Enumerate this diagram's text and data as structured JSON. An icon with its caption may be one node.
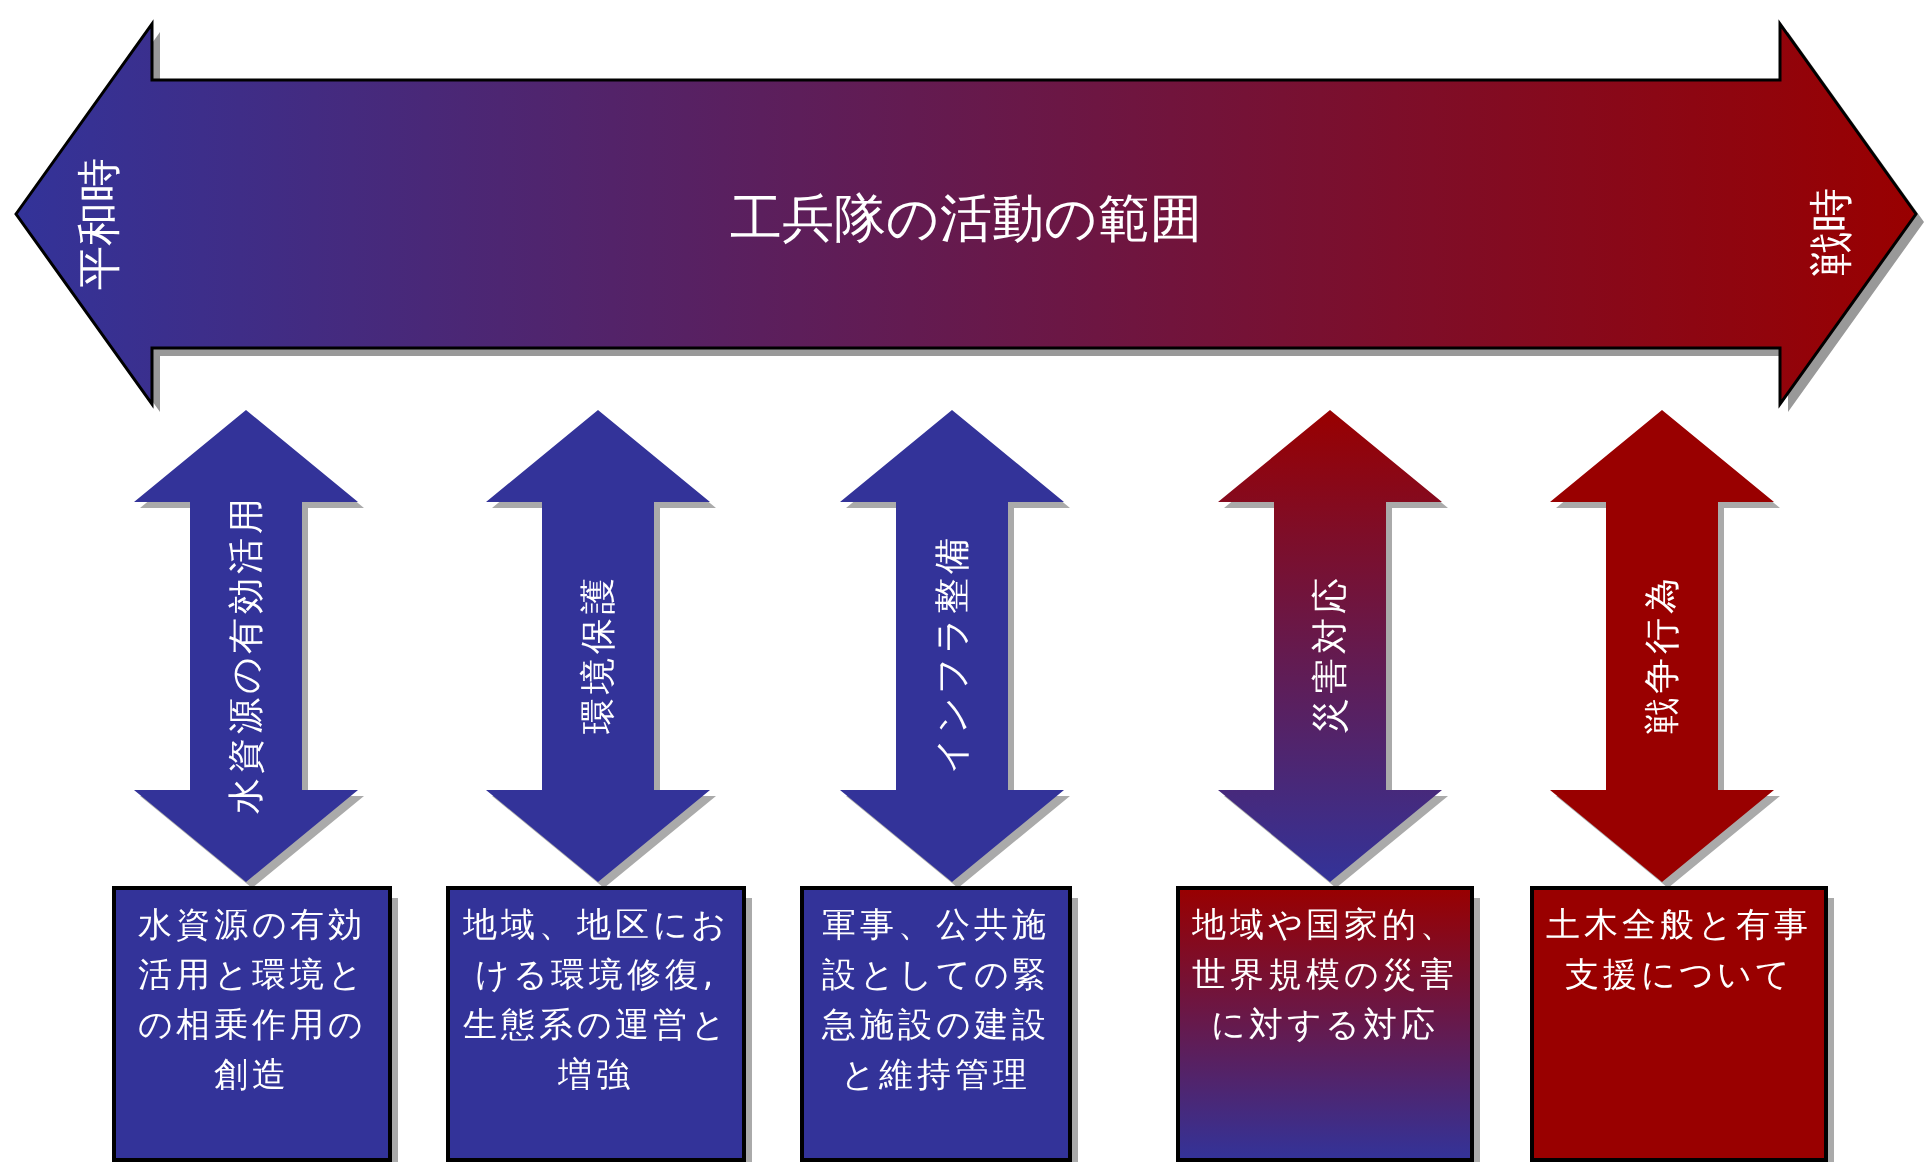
{
  "diagram": {
    "nodes": [
      {
        "text": [
          "平和時",
          "工兵隊の活動の範囲",
          "戦時"
        ]
      },
      {
        "text": [
          "水資源の有効活用と環境との相乗作用の創造"
        ]
      },
      {
        "text": [
          "地域、地区における環境修復,生態系の運営と増強"
        ]
      },
      {
        "text": [
          "軍事、公共施設としての緊急施設の建設と維持管理"
        ]
      },
      {
        "text": [
          "地域や国家的、世界規模の災害に対する対応"
        ]
      },
      {
        "text": [
          "土木全般と有事支援について"
        ]
      }
    ],
    "edges": [
      {
        "from": 0,
        "to": 1,
        "arrow": "both",
        "label": "水資源の有効活用"
      },
      {
        "from": 0,
        "to": 2,
        "arrow": "both",
        "label": "環境保護"
      },
      {
        "from": 0,
        "to": 3,
        "arrow": "both",
        "label": "インフラ整備"
      },
      {
        "from": 0,
        "to": 4,
        "arrow": "both",
        "label": "災害対応",
        "color": "#990000"
      },
      {
        "from": 0,
        "to": 5,
        "arrow": "both",
        "label": "戦争行為",
        "color": "#990000"
      }
    ]
  }
}
